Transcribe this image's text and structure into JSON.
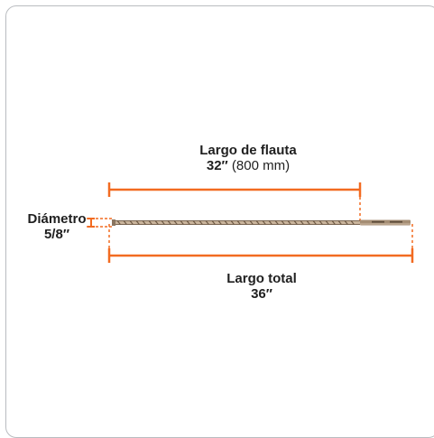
{
  "annotations": {
    "flute_length": {
      "title": "Largo de flauta",
      "value": "32″",
      "metric": "(800 mm)"
    },
    "total_length": {
      "title": "Largo total",
      "value": "36″"
    },
    "diameter": {
      "title": "Diámetro",
      "value": "5/8″"
    }
  },
  "colors": {
    "dimension_line": "#f26b21",
    "bit_body": "#b7a189",
    "bit_dark": "#7a6550",
    "card_border": "#b9bcc0",
    "text": "#1f1f1f"
  }
}
